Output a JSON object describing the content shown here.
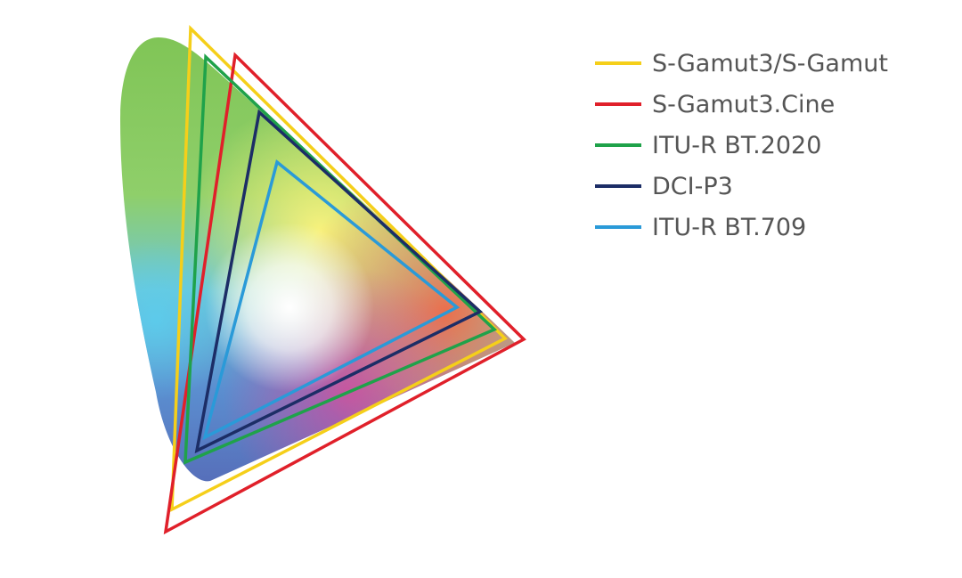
{
  "legend": {
    "items": [
      {
        "id": "sgamut3",
        "label": "S-Gamut3/S-Gamut",
        "color": "#f5cf1a"
      },
      {
        "id": "sgamut3cine",
        "label": "S-Gamut3.Cine",
        "color": "#e0202a"
      },
      {
        "id": "bt2020",
        "label": "ITU-R BT.2020",
        "color": "#1fa24a"
      },
      {
        "id": "dcip3",
        "label": "DCI-P3",
        "color": "#1c2d66"
      },
      {
        "id": "bt709",
        "label": "ITU-R BT.709",
        "color": "#2a9ad8"
      }
    ]
  }
}
